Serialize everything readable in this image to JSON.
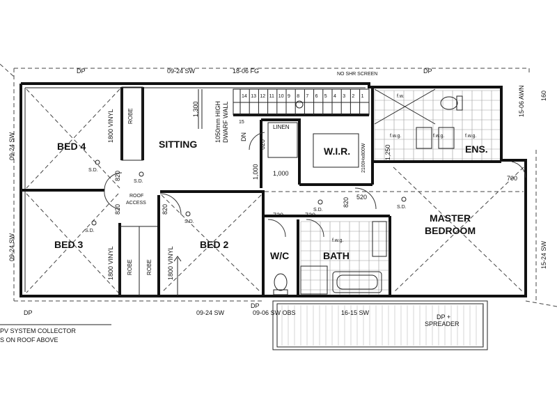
{
  "rooms": {
    "bed4": "BED 4",
    "sitting": "SITTING",
    "bed3": "BED 3",
    "bed2": "BED 2",
    "wir": "W.I.R.",
    "ens": "ENS.",
    "master_line1": "MASTER",
    "master_line2": "BEDROOM",
    "wc": "W/C",
    "bath": "BATH",
    "linen": "LINEN"
  },
  "labels": {
    "robe": "ROBE",
    "vinyl": "1800 VINYL",
    "sd": "S.D.",
    "roof_access_1": "ROOF",
    "roof_access_2": "ACCESS",
    "dwarf_wall_1": "1050mm HIGH",
    "dwarf_wall_2": "DWARF WALL",
    "dn": "DN",
    "no_shr_screen": "NO SHR SCREEN",
    "fwg": "f.w.g.",
    "fw": "f.w.",
    "wir_size": "2100Hx800W",
    "dp": "DP",
    "dp_spreader_1": "DP +",
    "dp_spreader_2": "SPREADER",
    "pv_1": "PV SYSTEM COLLECTOR",
    "pv_2": "S ON ROOF ABOVE"
  },
  "dimensions": {
    "top_sw": "09-24 SW",
    "top_fg": "18-06 FG",
    "left_sw_upper": "09-24 SW",
    "left_sw_lower": "09-24 SW",
    "right_awn": "15-06 AWN",
    "right_sw": "15-24 SW",
    "right_160": "160",
    "bottom_sw": "09-24 SW",
    "bottom_obs": "09-06 SW OBS",
    "bottom_sw2": "16-15 SW",
    "d820_bed4": "820",
    "d820_bed3": "820",
    "d820_bed2": "820",
    "d820_master": "820",
    "d620": "620",
    "d720_wc": "720",
    "d720_bath": "720",
    "d520": "520",
    "d700": "700",
    "d1300": "1,300",
    "d1000_v": "1,000",
    "d1000_h": "1,000",
    "d1250": "1,250",
    "d15": "15"
  },
  "stairs": [
    "14",
    "13",
    "12",
    "11",
    "10",
    "9",
    "8",
    "7",
    "6",
    "5",
    "4",
    "3",
    "2",
    "1"
  ]
}
